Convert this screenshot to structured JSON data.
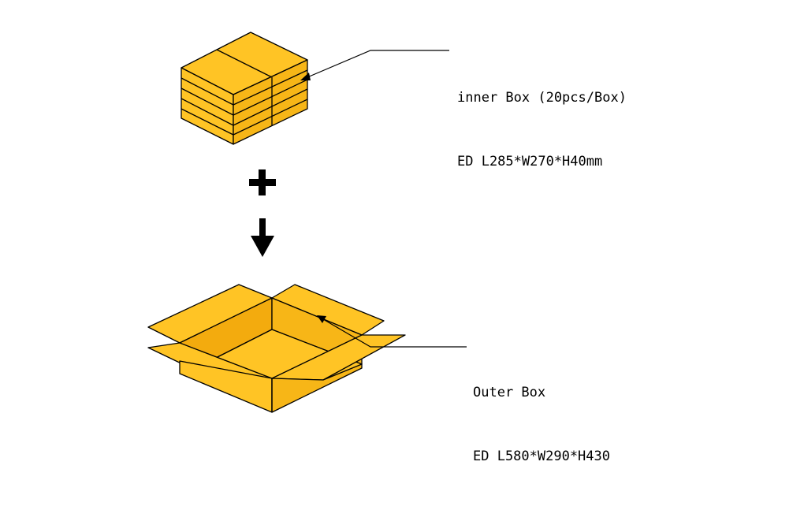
{
  "labels": {
    "inner_box": {
      "title": "inner Box (20pcs/Box)",
      "dimensions": "ED L285*W270*H40mm"
    },
    "outer_box": {
      "title": "Outer Box",
      "dimensions": "ED L580*W290*H430"
    }
  },
  "colors": {
    "box_fill": "#ffc425",
    "box_shade": "#f3ab0e",
    "stroke": "#000000"
  },
  "icons": {
    "plus": "plus-icon",
    "arrow": "arrow-down-icon"
  }
}
